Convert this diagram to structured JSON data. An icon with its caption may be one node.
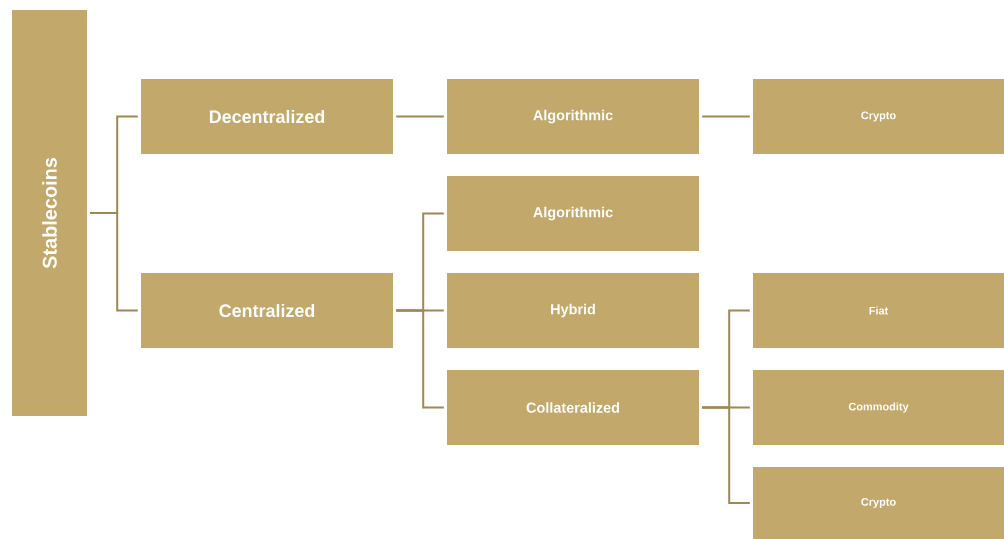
{
  "diagram": {
    "nodes": [
      {
        "text": [
          "Stablecoins"
        ]
      },
      {
        "text": [
          "Decentralized"
        ]
      },
      {
        "text": [
          "Centralized"
        ]
      },
      {
        "text": [
          "Algorithmic"
        ]
      },
      {
        "text": [
          "Crypto"
        ]
      },
      {
        "text": [
          "Algorithmic"
        ]
      },
      {
        "text": [
          "Hybrid"
        ]
      },
      {
        "text": [
          "Collateralized"
        ]
      },
      {
        "text": [
          "Fiat"
        ]
      },
      {
        "text": [
          "Commodity"
        ]
      },
      {
        "text": [
          "Crypto"
        ]
      }
    ],
    "edges": [
      {
        "from": 0,
        "to": 1,
        "arrow": "none"
      },
      {
        "from": 0,
        "to": 2,
        "arrow": "none"
      },
      {
        "from": 1,
        "to": 3,
        "arrow": "none"
      },
      {
        "from": 3,
        "to": 4,
        "arrow": "none"
      },
      {
        "from": 2,
        "to": 5,
        "arrow": "none"
      },
      {
        "from": 2,
        "to": 6,
        "arrow": "none"
      },
      {
        "from": 2,
        "to": 7,
        "arrow": "none"
      },
      {
        "from": 7,
        "to": 8,
        "arrow": "none"
      },
      {
        "from": 7,
        "to": 9,
        "arrow": "none"
      },
      {
        "from": 7,
        "to": 10,
        "arrow": "none"
      }
    ]
  }
}
